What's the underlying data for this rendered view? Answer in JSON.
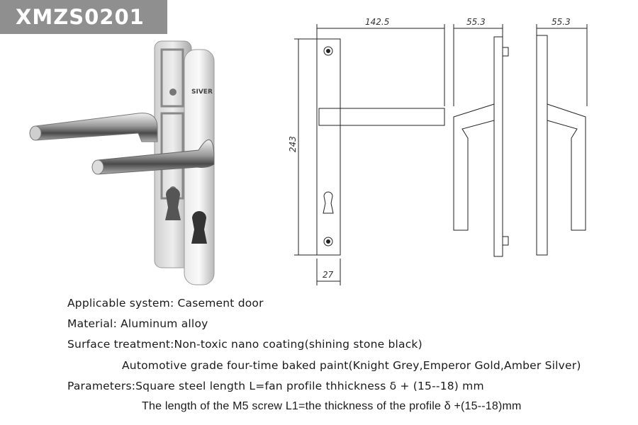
{
  "product_code": "XMZS0201",
  "plate_brand": "SIVER",
  "dimensions": {
    "width": "142.5",
    "depth_side": "55.3",
    "depth_side_alt": "55.3",
    "height": "243",
    "plate_width": "27"
  },
  "specs": {
    "applicable_system": "Applicable system: Casement door",
    "material": "Material: Aluminum alloy",
    "surface_treatment": "Surface treatment:Non-toxic nano coating(shining stone black)",
    "surface_treatment_cont": "Automotive grade four-time baked paint(Knight Grey,Emperor Gold,Amber Silver)",
    "parameters": "Parameters:Square steel length L=fan profile thhickness δ + (15--18) mm",
    "parameters_cont": "The length of the M5 screw L1=the thickness of the profile δ +(15--18)mm"
  }
}
